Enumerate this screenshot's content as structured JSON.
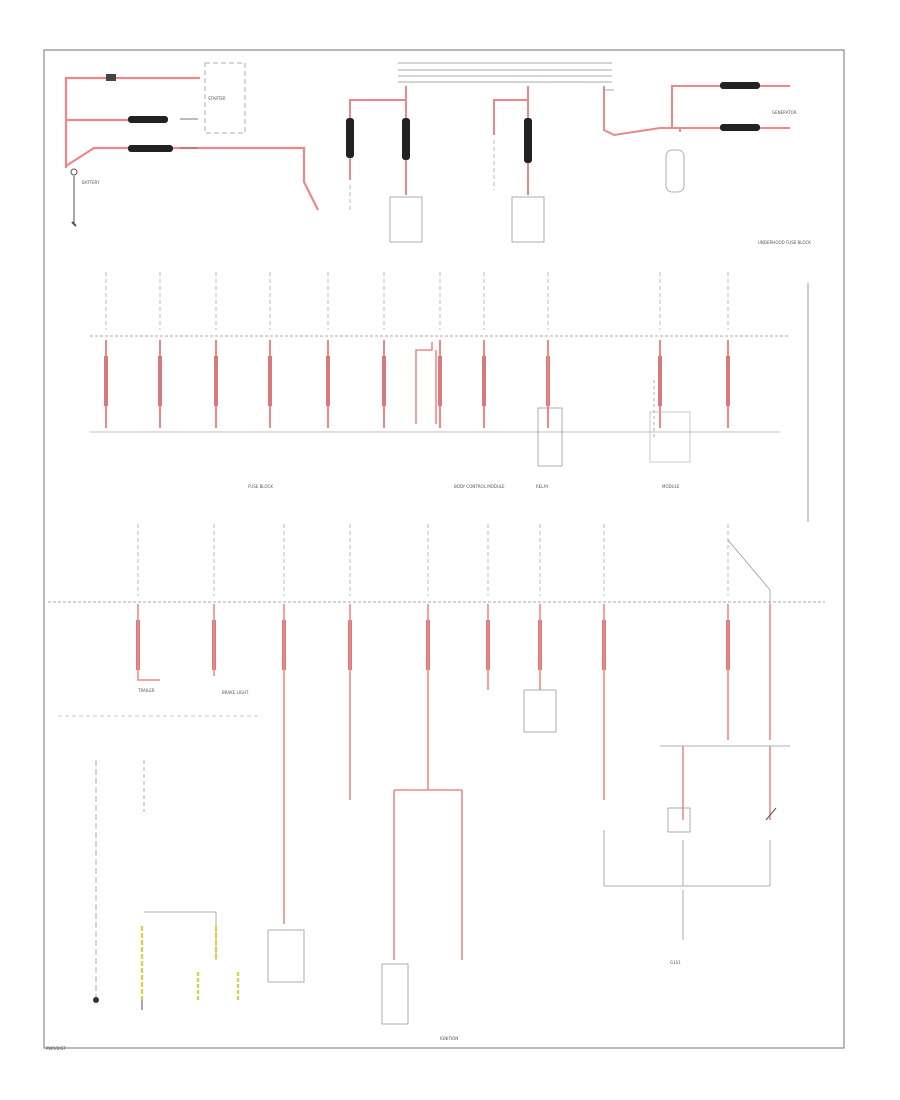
{
  "colors": {
    "wire_power": "#e07a7a",
    "wire_bus": "#9c9c9c",
    "fuse": "#222222",
    "frame": "#7d7d7d",
    "yellow_wire": "#d8d050"
  },
  "labels": {
    "battery": "BATTERY",
    "starter": "STARTER",
    "generator": "GENERATOR",
    "fuse_block": "FUSE BLOCK",
    "underhood": "UNDERHOOD FUSE BLOCK",
    "body_control": "BODY CONTROL MODULE",
    "relay": "RELAY",
    "ground": "G101",
    "module": "MODULE",
    "brake_light": "BRAKE LIGHT",
    "trailer": "TRAILER",
    "ignition": "IGNITION"
  },
  "footer_ref": "PWR/DIST"
}
